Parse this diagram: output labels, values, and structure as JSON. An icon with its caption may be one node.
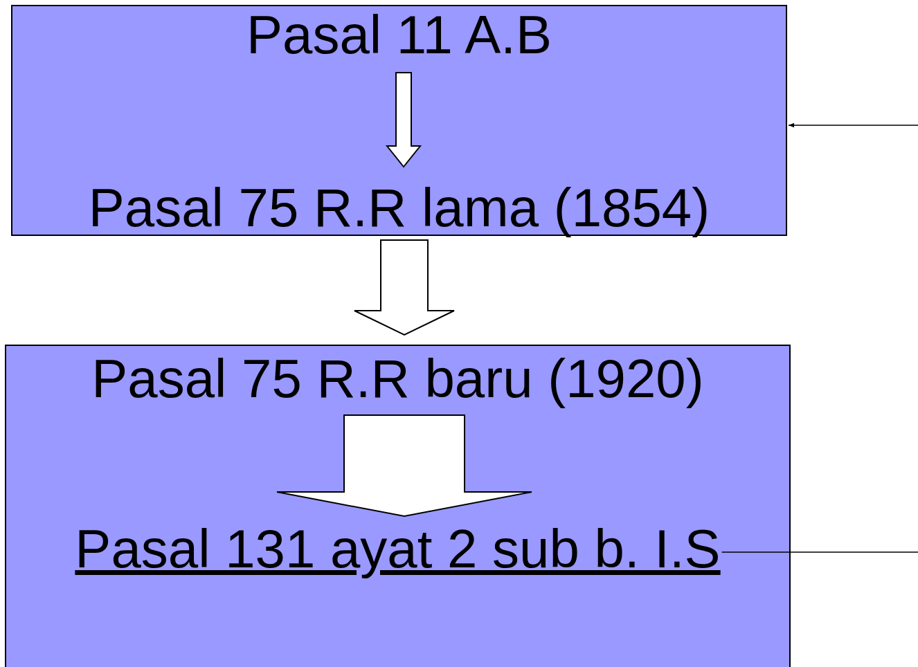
{
  "diagram": {
    "nodes": [
      {
        "text": [],
        "shape": "box"
      },
      {
        "text": [
          "Pasal 11 A.B"
        ],
        "in": 0
      },
      {
        "text": [
          "Pasal 75 R.R lama (1854)"
        ],
        "in": 0
      },
      {
        "text": [],
        "shape": "box"
      },
      {
        "text": [
          "Pasal 75 R.R baru (1920)"
        ],
        "in": 3
      },
      {
        "text": [
          "Pasal 131 ayat 2 sub b. I.S"
        ],
        "in": 3
      }
    ],
    "edges": [
      {
        "from": 1,
        "to": 2,
        "arrow": "to"
      },
      {
        "from": 0,
        "to": 3,
        "arrow": "to"
      },
      {
        "from": 4,
        "to": 5,
        "arrow": "to"
      },
      {
        "from": null,
        "to": 0,
        "arrow": "to"
      },
      {
        "from": 5,
        "to": null,
        "arrow": "none"
      }
    ]
  }
}
